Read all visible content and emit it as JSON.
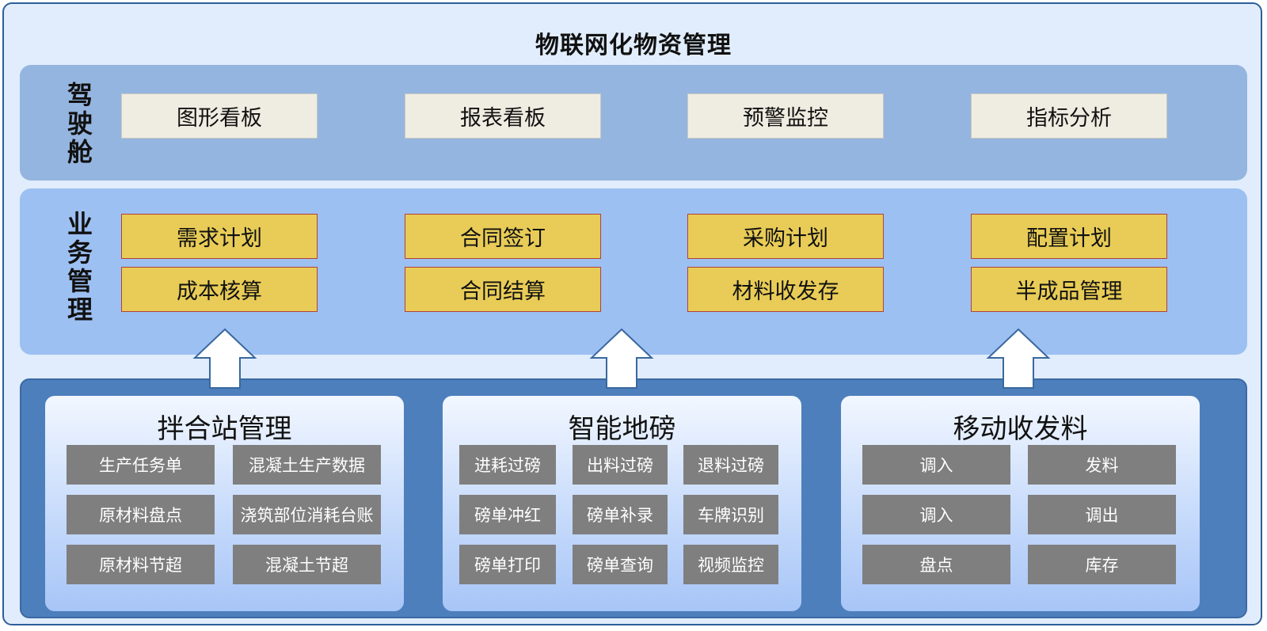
{
  "title": "物联网化物资管理",
  "cockpit": {
    "label": "驾驶舱",
    "items": [
      "图形看板",
      "报表看板",
      "预警监控",
      "指标分析"
    ]
  },
  "business": {
    "label": "业务管理",
    "row1": [
      "需求计划",
      "合同签订",
      "采购计划",
      "配置计划"
    ],
    "row2": [
      "成本核算",
      "合同结算",
      "材料收发存",
      "半成品管理"
    ]
  },
  "modules": [
    {
      "title": "拌合站管理",
      "items": [
        "生产任务单",
        "混凝土生产数据",
        "原材料盘点",
        "浇筑部位消耗台账",
        "原材料节超",
        "混凝土节超"
      ]
    },
    {
      "title": "智能地磅",
      "items": [
        "进耗过磅",
        "出料过磅",
        "退料过磅",
        "磅单冲红",
        "磅单补录",
        "车牌识别",
        "磅单打印",
        "磅单查询",
        "视频监控"
      ]
    },
    {
      "title": "移动收发料",
      "items": [
        "调入",
        "发料",
        "调入",
        "调出",
        "盘点",
        "库存"
      ]
    }
  ],
  "colors": {
    "cockpit_bg": "#94b5df",
    "business_bg": "#9dc0f2",
    "business_item": "#e8cc57",
    "bottom_panel": "#4d7fbc",
    "gray_item": "#7f7f7f"
  }
}
